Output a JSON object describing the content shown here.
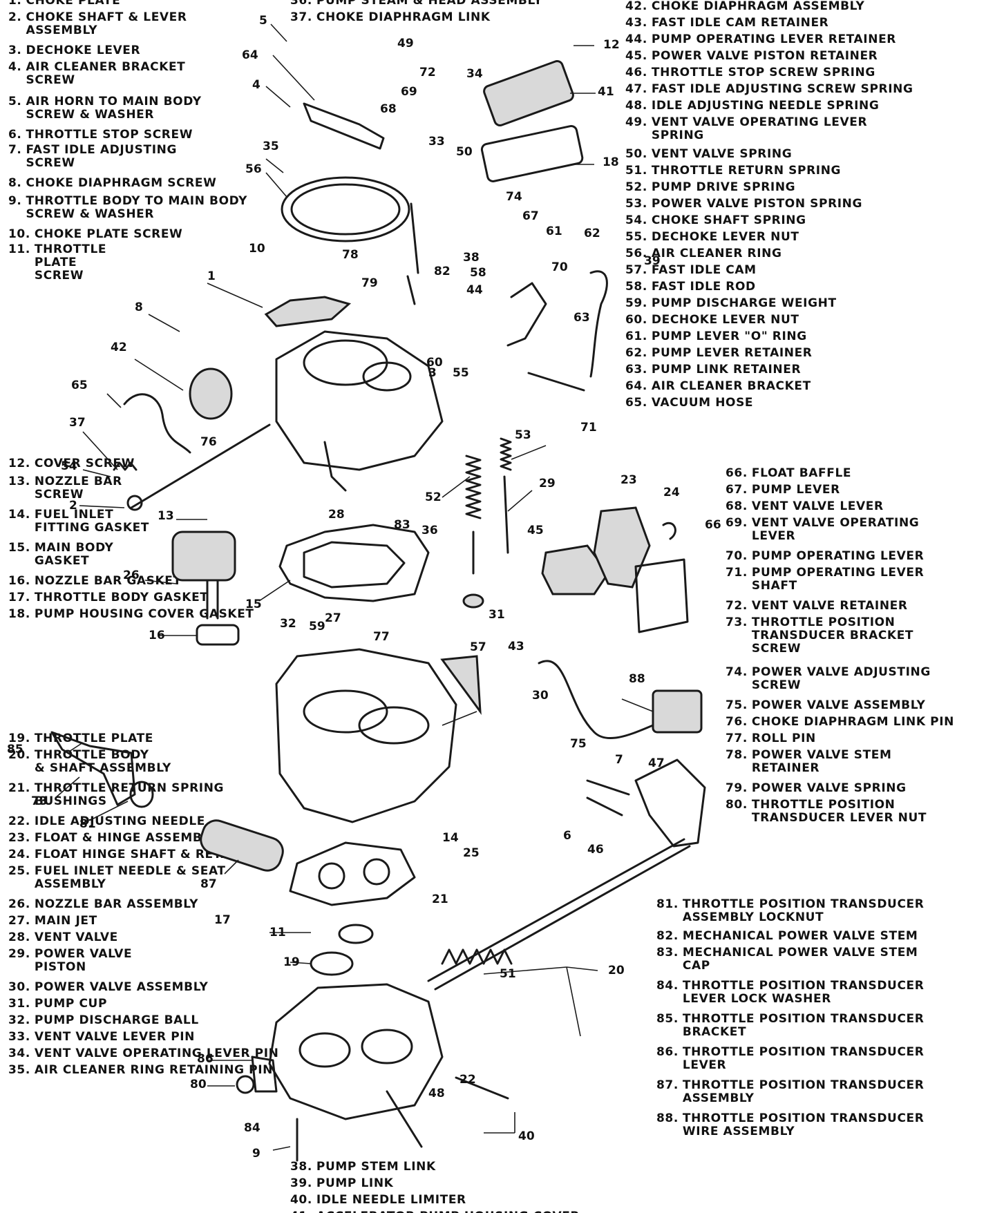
{
  "figure": {
    "legend_columns": [
      {
        "id": "left",
        "items": [
          {
            "n": "1.",
            "label": "CHOKE PLATE"
          },
          {
            "n": "2.",
            "label": "CHOKE SHAFT & LEVER\nASSEMBLY"
          },
          {
            "n": "3.",
            "label": "DECHOKE LEVER"
          },
          {
            "n": "4.",
            "label": "AIR CLEANER BRACKET\nSCREW"
          },
          {
            "n": "5.",
            "label": "AIR HORN TO MAIN BODY\nSCREW & WASHER"
          },
          {
            "n": "6.",
            "label": "THROTTLE STOP SCREW"
          },
          {
            "n": "7.",
            "label": "FAST IDLE ADJUSTING\nSCREW"
          },
          {
            "n": "8.",
            "label": "CHOKE DIAPHRAGM SCREW"
          },
          {
            "n": "9.",
            "label": "THROTTLE BODY TO MAIN BODY\nSCREW & WASHER"
          },
          {
            "n": "10.",
            "label": "CHOKE PLATE SCREW"
          },
          {
            "n": "11.",
            "label": "THROTTLE\nPLATE\nSCREW"
          },
          {
            "n": "12.",
            "label": "COVER SCREW"
          },
          {
            "n": "13.",
            "label": "NOZZLE BAR\nSCREW"
          },
          {
            "n": "14.",
            "label": "FUEL INLET\nFITTING GASKET"
          },
          {
            "n": "15.",
            "label": "MAIN BODY\nGASKET"
          },
          {
            "n": "16.",
            "label": "NOZZLE BAR GASKET"
          },
          {
            "n": "17.",
            "label": "THROTTLE BODY GASKET"
          },
          {
            "n": "18.",
            "label": "PUMP HOUSING COVER GASKET"
          },
          {
            "n": "19.",
            "label": "THROTTLE PLATE"
          },
          {
            "n": "20.",
            "label": "THROTTLE BODY\n& SHAFT ASSEMBLY"
          },
          {
            "n": "21.",
            "label": "THROTTLE RETURN SPRING\nBUSHINGS"
          },
          {
            "n": "22.",
            "label": "IDLE ADJUSTING NEEDLE"
          },
          {
            "n": "23.",
            "label": "FLOAT & HINGE ASSEMBLY"
          },
          {
            "n": "24.",
            "label": "FLOAT HINGE SHAFT & RETAINER"
          },
          {
            "n": "25.",
            "label": "FUEL INLET NEEDLE & SEAT\nASSEMBLY"
          },
          {
            "n": "26.",
            "label": "NOZZLE BAR ASSEMBLY"
          },
          {
            "n": "27.",
            "label": "MAIN JET"
          },
          {
            "n": "28.",
            "label": "VENT VALVE"
          },
          {
            "n": "29.",
            "label": "POWER VALVE\nPISTON"
          },
          {
            "n": "30.",
            "label": "POWER VALVE ASSEMBLY"
          },
          {
            "n": "31.",
            "label": "PUMP CUP"
          },
          {
            "n": "32.",
            "label": "PUMP DISCHARGE BALL"
          },
          {
            "n": "33.",
            "label": "VENT VALVE LEVER PIN"
          },
          {
            "n": "34.",
            "label": "VENT VALVE OPERATING LEVER PIN"
          },
          {
            "n": "35.",
            "label": "AIR CLEANER RING RETAINING PIN"
          }
        ]
      },
      {
        "id": "top-middle",
        "items": [
          {
            "n": "36.",
            "label": "PUMP STEAM & HEAD ASSEMBLY"
          },
          {
            "n": "37.",
            "label": "CHOKE DIAPHRAGM LINK"
          }
        ]
      },
      {
        "id": "bottom-middle",
        "items": [
          {
            "n": "38.",
            "label": "PUMP STEM LINK"
          },
          {
            "n": "39.",
            "label": "PUMP LINK"
          },
          {
            "n": "40.",
            "label": "IDLE NEEDLE LIMITER"
          },
          {
            "n": "41.",
            "label": "ACCELERATOR PUMP HOUSING COVER"
          }
        ]
      },
      {
        "id": "right-top",
        "items": [
          {
            "n": "42.",
            "label": "CHOKE DIAPHRAGM ASSEMBLY"
          },
          {
            "n": "43.",
            "label": "FAST IDLE CAM RETAINER"
          },
          {
            "n": "44.",
            "label": "PUMP OPERATING LEVER RETAINER"
          },
          {
            "n": "45.",
            "label": "POWER VALVE PISTON RETAINER"
          },
          {
            "n": "46.",
            "label": "THROTTLE STOP SCREW SPRING"
          },
          {
            "n": "47.",
            "label": "FAST IDLE ADJUSTING SCREW SPRING"
          },
          {
            "n": "48.",
            "label": "IDLE ADJUSTING NEEDLE SPRING"
          },
          {
            "n": "49.",
            "label": "VENT VALVE OPERATING LEVER\nSPRING"
          },
          {
            "n": "50.",
            "label": "VENT VALVE SPRING"
          },
          {
            "n": "51.",
            "label": "THROTTLE RETURN SPRING"
          },
          {
            "n": "52.",
            "label": "PUMP DRIVE SPRING"
          },
          {
            "n": "53.",
            "label": "POWER VALVE PISTON SPRING"
          },
          {
            "n": "54.",
            "label": "CHOKE SHAFT SPRING"
          },
          {
            "n": "55.",
            "label": "DECHOKE LEVER NUT"
          },
          {
            "n": "56.",
            "label": "AIR CLEANER RING"
          },
          {
            "n": "57.",
            "label": "FAST IDLE CAM"
          },
          {
            "n": "58.",
            "label": "FAST IDLE ROD"
          },
          {
            "n": "59.",
            "label": "PUMP DISCHARGE WEIGHT"
          },
          {
            "n": "60.",
            "label": "DECHOKE LEVER NUT"
          },
          {
            "n": "61.",
            "label": "PUMP LEVER \"O\" RING"
          },
          {
            "n": "62.",
            "label": "PUMP LEVER RETAINER"
          },
          {
            "n": "63.",
            "label": "PUMP LINK RETAINER"
          },
          {
            "n": "64.",
            "label": "AIR CLEANER BRACKET"
          },
          {
            "n": "65.",
            "label": "VACUUM HOSE"
          }
        ]
      },
      {
        "id": "right-middle",
        "items": [
          {
            "n": "66.",
            "label": "FLOAT BAFFLE"
          },
          {
            "n": "67.",
            "label": "PUMP LEVER"
          },
          {
            "n": "68.",
            "label": "VENT VALVE LEVER"
          },
          {
            "n": "69.",
            "label": "VENT VALVE OPERATING\nLEVER"
          },
          {
            "n": "70.",
            "label": "PUMP OPERATING LEVER"
          },
          {
            "n": "71.",
            "label": "PUMP OPERATING LEVER\nSHAFT"
          },
          {
            "n": "72.",
            "label": "VENT VALVE RETAINER"
          },
          {
            "n": "73.",
            "label": "THROTTLE POSITION\nTRANSDUCER BRACKET\nSCREW"
          },
          {
            "n": "74.",
            "label": "POWER VALVE ADJUSTING\nSCREW"
          },
          {
            "n": "75.",
            "label": "POWER VALVE ASSEMBLY"
          },
          {
            "n": "76.",
            "label": "CHOKE DIAPHRAGM LINK PIN"
          },
          {
            "n": "77.",
            "label": "ROLL PIN"
          },
          {
            "n": "78.",
            "label": "POWER VALVE STEM\nRETAINER"
          },
          {
            "n": "79.",
            "label": "POWER VALVE SPRING"
          },
          {
            "n": "80.",
            "label": "THROTTLE POSITION\nTRANSDUCER  LEVER NUT"
          }
        ]
      },
      {
        "id": "right-bottom",
        "items": [
          {
            "n": "81.",
            "label": "THROTTLE POSITION TRANSDUCER\nASSEMBLY LOCKNUT"
          },
          {
            "n": "82.",
            "label": "MECHANICAL POWER VALVE STEM"
          },
          {
            "n": "83.",
            "label": "MECHANICAL POWER VALVE STEM\nCAP"
          },
          {
            "n": "84.",
            "label": "THROTTLE POSITION TRANSDUCER\nLEVER  LOCK WASHER"
          },
          {
            "n": "85.",
            "label": "THROTTLE POSITION TRANSDUCER\nBRACKET"
          },
          {
            "n": "86.",
            "label": "THROTTLE POSITION TRANSDUCER\nLEVER"
          },
          {
            "n": "87.",
            "label": "THROTTLE POSITION TRANSDUCER\nASSEMBLY"
          },
          {
            "n": "88.",
            "label": "THROTTLE POSITION TRANSDUCER\nWIRE ASSEMBLY"
          }
        ]
      }
    ],
    "callouts": [
      "1",
      "2",
      "3",
      "4",
      "5",
      "6",
      "7",
      "8",
      "9",
      "10",
      "11",
      "12",
      "13",
      "14",
      "15",
      "16",
      "17",
      "18",
      "19",
      "20",
      "21",
      "22",
      "23",
      "24",
      "25",
      "26",
      "27",
      "28",
      "29",
      "30",
      "31",
      "32",
      "33",
      "34",
      "35",
      "36",
      "37",
      "38",
      "39",
      "40",
      "41",
      "42",
      "43",
      "44",
      "45",
      "46",
      "47",
      "48",
      "49",
      "50",
      "51",
      "52",
      "53",
      "54",
      "55",
      "56",
      "57",
      "58",
      "59",
      "60",
      "61",
      "62",
      "63",
      "64",
      "65",
      "66",
      "67",
      "68",
      "69",
      "70",
      "71",
      "72",
      "73",
      "74",
      "75",
      "76",
      "77",
      "78",
      "79",
      "80",
      "81",
      "82",
      "83",
      "84",
      "85",
      "86",
      "87",
      "88"
    ]
  }
}
